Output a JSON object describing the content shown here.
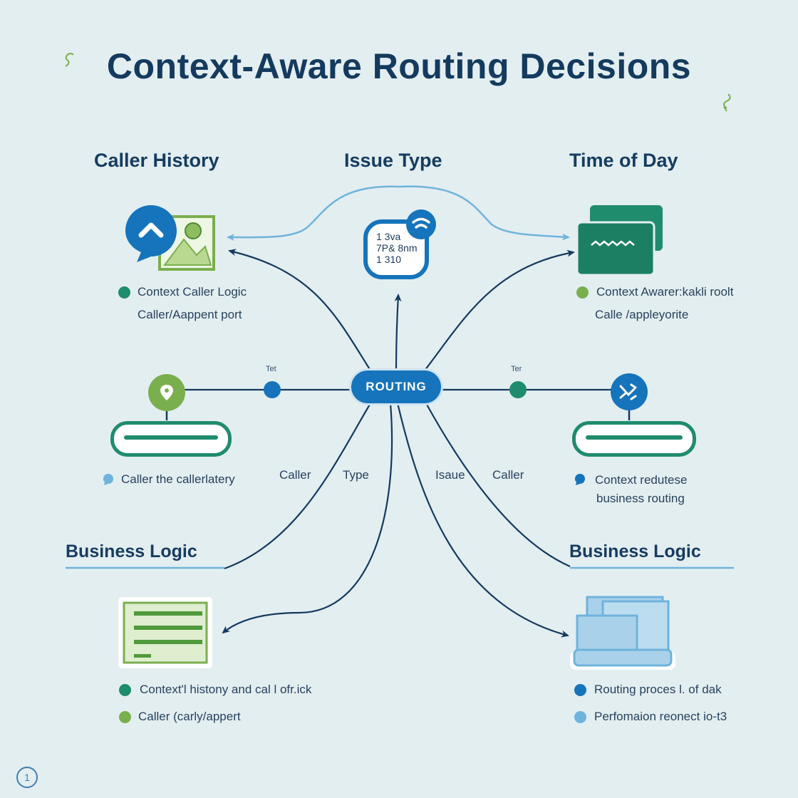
{
  "title": "Context-Aware Routing Decisions",
  "headings": {
    "caller_history": "Caller History",
    "issue_type": "Issue Type",
    "time_of_day": "Time of Day",
    "business_logic_left": "Business Logic",
    "business_logic_right": "Business Logic"
  },
  "center": {
    "label": "ROUTING"
  },
  "clock_text": [
    "1  3va",
    "7P& 8nm",
    "1  310"
  ],
  "connector_labels": {
    "left_small": "Tet",
    "right_small": "Ter"
  },
  "branch_labels": [
    "Caller",
    "Type",
    "Isaue",
    "Caller"
  ],
  "captions": {
    "caller_history": [
      "Context Caller Logic",
      "Caller/Aappent port"
    ],
    "time_of_day": [
      "Context Awarer:kakli roolt",
      "Calle /appleyorite"
    ],
    "mid_left": [
      "Caller the callerlatery"
    ],
    "mid_right": [
      "Context redutese",
      "business routing"
    ],
    "bottom_left": [
      "Context'l histony and cal l ofr.ick",
      "Caller (carly/appert"
    ],
    "bottom_right": [
      "Routing proces l. of dak",
      "Perfomaion reonect io-t3"
    ]
  },
  "page_number": "1",
  "colors": {
    "background": "#e3eef1",
    "navy": "#143a5e",
    "primary_blue": "#1574bb",
    "teal_green": "#1f8c6d",
    "lime_green": "#7aaf4e",
    "light_blue": "#6fb3dc"
  },
  "icons": {
    "caller_history": "chat-bubble-with-image-icon",
    "issue_type": "clock-with-signal-icon",
    "time_of_day": "stacked-chat-cards-icon",
    "mid_left": "location-pin-icon",
    "mid_right": "shuffle-icon",
    "bottom_left": "document-lines-icon",
    "bottom_right": "laptop-folder-icon"
  }
}
